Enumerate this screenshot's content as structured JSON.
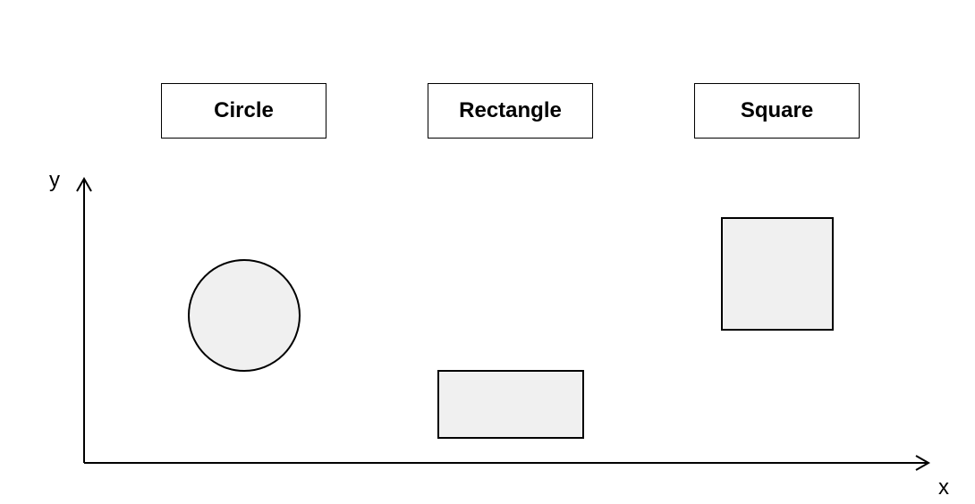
{
  "labels": {
    "circle": "Circle",
    "rectangle": "Rectangle",
    "square": "Square"
  },
  "axes": {
    "x": "x",
    "y": "y"
  },
  "colors": {
    "shape_fill": "#f0f0f0",
    "stroke": "#000000",
    "background": "#ffffff"
  }
}
